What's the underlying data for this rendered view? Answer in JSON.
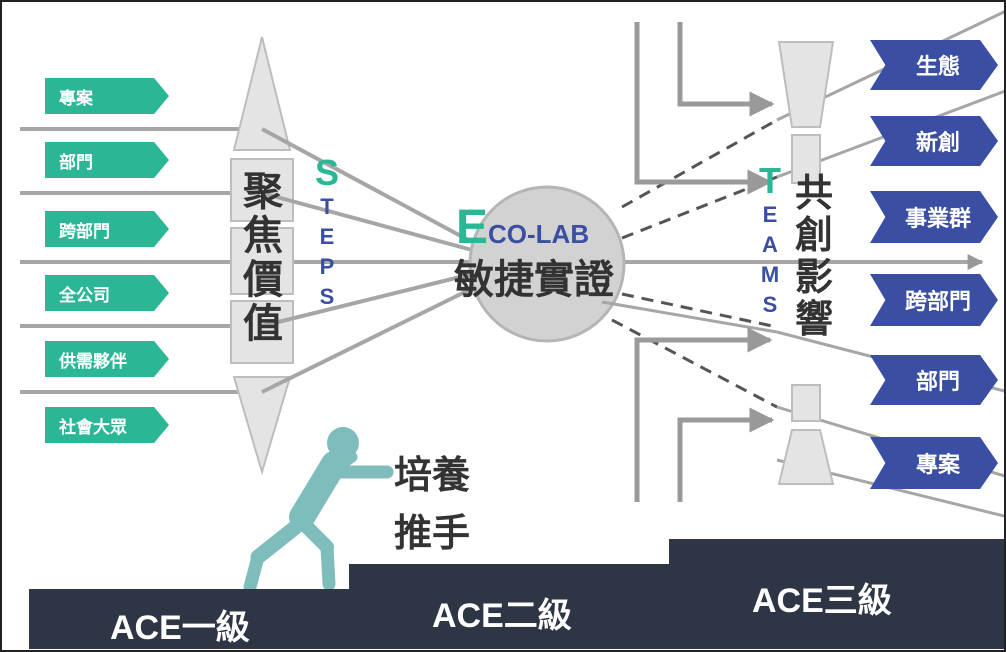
{
  "left_tags": [
    "專案",
    "部門",
    "跨部門",
    "全公司",
    "供需夥伴",
    "社會大眾"
  ],
  "right_tags": [
    "生態",
    "新創",
    "事業群",
    "跨部門",
    "部門",
    "專案"
  ],
  "left_lens_label": "聚焦價值",
  "steps_acronym": {
    "first": "S",
    "rest": [
      "T",
      "E",
      "P",
      "S"
    ]
  },
  "hub": {
    "title_first": "E",
    "title_rest": "CO-LAB",
    "subtitle": "敏捷實證"
  },
  "teams_acronym": {
    "first": "T",
    "rest": [
      "E",
      "A",
      "M",
      "S"
    ]
  },
  "right_lens_label": "共創影響",
  "helper_label": {
    "line1": "培養",
    "line2": "推手"
  },
  "steps": [
    "ACE一級",
    "ACE二級",
    "ACE三級"
  ],
  "colors": {
    "green": "#2bb796",
    "navy": "#3a4fa3",
    "dark": "#2e3544",
    "figure": "#7fbdbd",
    "gray": "#a8a8a8"
  }
}
